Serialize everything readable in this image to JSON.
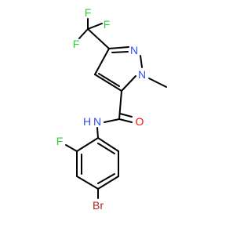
{
  "structure": {
    "atoms": {
      "F1": {
        "label": "F",
        "color": "#33cc33"
      },
      "F2": {
        "label": "F",
        "color": "#33cc33"
      },
      "F3": {
        "label": "F",
        "color": "#33cc33"
      },
      "N_ring": {
        "label": "N",
        "color": "#3050f8"
      },
      "N_methyl": {
        "label": "N",
        "color": "#3050f8"
      },
      "NH_N": {
        "label": "N",
        "color": "#3050f8"
      },
      "NH_H": {
        "label": "H",
        "color": "#3050f8"
      },
      "O": {
        "label": "O",
        "color": "#ff0d0d"
      },
      "F_aryl": {
        "label": "F",
        "color": "#33cc33"
      },
      "Br": {
        "label": "Br",
        "color": "#a62929"
      }
    },
    "bond_color": "#000000"
  }
}
